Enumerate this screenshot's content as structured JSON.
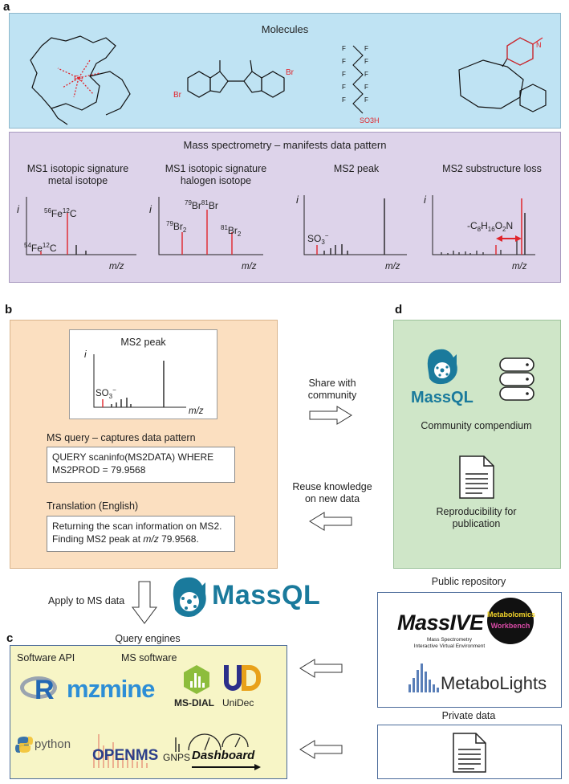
{
  "panel_letters": {
    "a": "a",
    "b": "b",
    "c": "c",
    "d": "d"
  },
  "a": {
    "molecules_title": "Molecules",
    "ms_title": "Mass spectrometry – manifests data pattern",
    "spectra": [
      {
        "title_line1": "MS1 isotopic signature",
        "title_line2": "metal isotope"
      },
      {
        "title_line1": "MS1 isotopic signature",
        "title_line2": "halogen isotope"
      },
      {
        "title_line1": "MS2 peak",
        "title_line2": ""
      },
      {
        "title_line1": "MS2 substructure loss",
        "title_line2": ""
      }
    ],
    "axis_i": "i",
    "axis_mz": "m/z",
    "peak_labels": {
      "fe56": "56Fe12C",
      "fe54": "54Fe12C",
      "br79br81": "79Br81Br",
      "br79": "79Br2",
      "br81": "81Br2",
      "so3": "SO3−",
      "loss": "-C8H16O2N"
    },
    "colors": {
      "highlight": "#e0242b",
      "peak": "#222222"
    }
  },
  "b": {
    "card_title": "MS2 peak",
    "query_heading": "MS query – captures data pattern",
    "query_line1": "QUERY scaninfo(MS2DATA) WHERE",
    "query_line2": "MS2PROD = 79.9568",
    "translation_heading": "Translation (English)",
    "translation_line1": "Returning the scan information on MS2.",
    "translation_line2_pre": "Finding MS2 peak at ",
    "translation_line2_it": "m/z",
    "translation_line2_post": " 79.9568."
  },
  "arrows": {
    "share_line1": "Share with",
    "share_line2": "community",
    "reuse_line1": "Reuse knowledge",
    "reuse_line2": "on new data",
    "apply": "Apply to MS data"
  },
  "d": {
    "massql_logo": "MassQL",
    "compendium": "Community compendium",
    "repro_line1": "Reproducibility for",
    "repro_line2": "publication"
  },
  "massql_big": "MassQL",
  "c": {
    "title": "Query engines",
    "api": "Software API",
    "ms_software": "MS software",
    "tools": {
      "r": "R",
      "mzmine": "mzmine",
      "msdial": "MS-DIAL",
      "unidec": "UniDec",
      "python": "python",
      "openms": "OPENMS",
      "gnps": "GNPS",
      "dashboard": "Dashboard"
    }
  },
  "public_repo": {
    "title": "Public repository",
    "massive": "MassIVE",
    "massive_sub1": "Mass Spectrometry",
    "massive_sub2": "Interactive Virtual Environment",
    "metabolomics1": "Metabolomics",
    "metabolomics2": "Workbench",
    "metabolights": "MetaboLights"
  },
  "private": {
    "title": "Private data"
  }
}
